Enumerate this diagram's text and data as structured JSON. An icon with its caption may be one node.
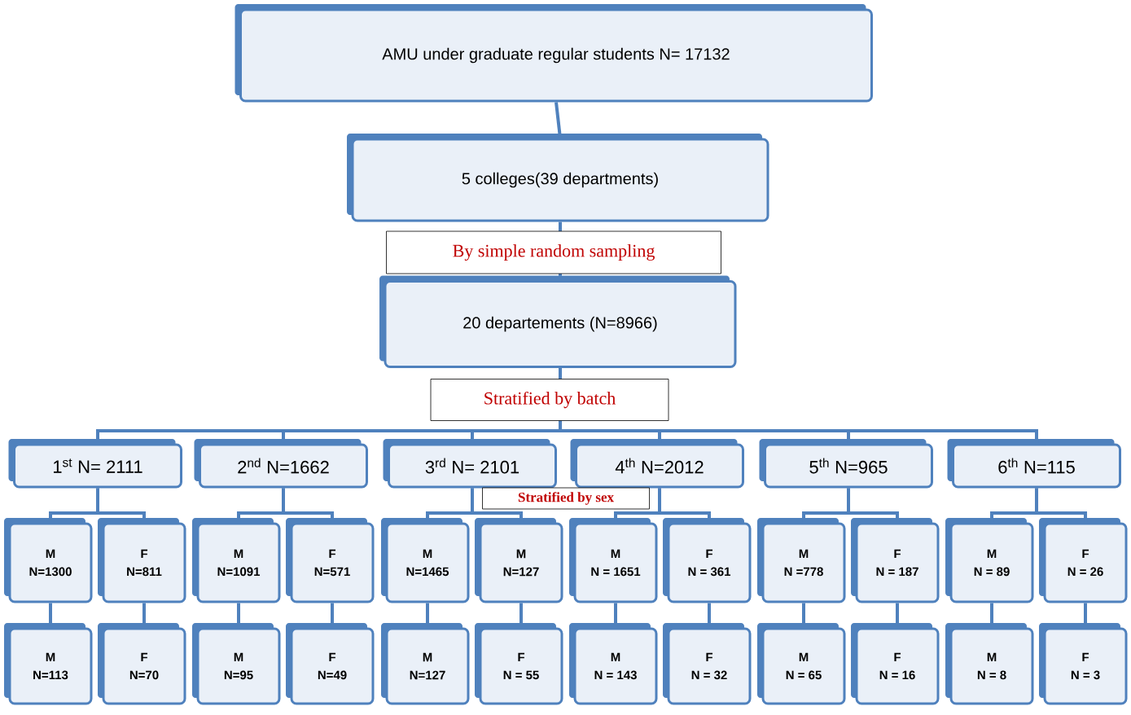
{
  "diagram": {
    "nodes": [
      {
        "text": [
          "AMU under graduate regular students N= 17132"
        ]
      },
      {
        "text": [
          "5 colleges(39 departments)"
        ]
      },
      {
        "text": [
          "20 departements (N=8966)"
        ]
      },
      {
        "text": [
          "1$^{st}$ N= 2111"
        ]
      },
      {
        "text": [
          "2$^{nd}$ N=1662"
        ]
      },
      {
        "text": [
          "3$^{rd}$ N= 2101"
        ]
      },
      {
        "text": [
          "4$^{th}$ N=2012"
        ]
      },
      {
        "text": [
          "5$^{th}$ N=965"
        ]
      },
      {
        "text": [
          "6$^{th}$ N=115"
        ]
      },
      {
        "text": [
          "M",
          "N=1300"
        ]
      },
      {
        "text": [
          "F",
          "N=811"
        ]
      },
      {
        "text": [
          "M",
          "N=1091"
        ]
      },
      {
        "text": [
          "F",
          "N=571"
        ]
      },
      {
        "text": [
          "M",
          "N=1465"
        ]
      },
      {
        "text": [
          "M",
          "N=127"
        ]
      },
      {
        "text": [
          "M",
          "N = 1651"
        ]
      },
      {
        "text": [
          "F",
          "N = 361"
        ]
      },
      {
        "text": [
          "M",
          "N =778"
        ]
      },
      {
        "text": [
          "F",
          "N = 187"
        ]
      },
      {
        "text": [
          "M",
          "N = 89"
        ]
      },
      {
        "text": [
          "F",
          "N = 26"
        ]
      },
      {
        "text": [
          "M",
          "N=113"
        ]
      },
      {
        "text": [
          "F",
          "N=70"
        ]
      },
      {
        "text": [
          "M",
          "N=95"
        ]
      },
      {
        "text": [
          "F",
          "N=49"
        ]
      },
      {
        "text": [
          "M",
          "N=127"
        ]
      },
      {
        "text": [
          "F",
          "N = 55"
        ]
      },
      {
        "text": [
          "M",
          "N = 143"
        ]
      },
      {
        "text": [
          "F",
          "N = 32"
        ]
      },
      {
        "text": [
          "M",
          "N = 65"
        ]
      },
      {
        "text": [
          "F",
          "N = 16"
        ]
      },
      {
        "text": [
          "M",
          "N = 8"
        ]
      },
      {
        "text": [
          "F",
          "N = 3"
        ]
      }
    ],
    "edges": [
      {
        "from": 0,
        "to": 1,
        "arrow": "none"
      },
      {
        "from": 1,
        "to": 2,
        "arrow": "none"
      },
      {
        "from": 2,
        "to": 3,
        "arrow": "none"
      },
      {
        "from": 2,
        "to": 4,
        "arrow": "none"
      },
      {
        "from": 2,
        "to": 5,
        "arrow": "none"
      },
      {
        "from": 2,
        "to": 6,
        "arrow": "none"
      },
      {
        "from": 2,
        "to": 7,
        "arrow": "none"
      },
      {
        "from": 2,
        "to": 8,
        "arrow": "none"
      },
      {
        "from": 3,
        "to": 9,
        "arrow": "none"
      },
      {
        "from": 3,
        "to": 10,
        "arrow": "none"
      },
      {
        "from": 4,
        "to": 11,
        "arrow": "none"
      },
      {
        "from": 4,
        "to": 12,
        "arrow": "none"
      },
      {
        "from": 5,
        "to": 13,
        "arrow": "none"
      },
      {
        "from": 5,
        "to": 14,
        "arrow": "none"
      },
      {
        "from": 6,
        "to": 15,
        "arrow": "none"
      },
      {
        "from": 6,
        "to": 16,
        "arrow": "none"
      },
      {
        "from": 7,
        "to": 17,
        "arrow": "none"
      },
      {
        "from": 7,
        "to": 18,
        "arrow": "none"
      },
      {
        "from": 8,
        "to": 19,
        "arrow": "none"
      },
      {
        "from": 8,
        "to": 20,
        "arrow": "none"
      },
      {
        "from": 9,
        "to": 21,
        "arrow": "none"
      },
      {
        "from": 10,
        "to": 22,
        "arrow": "none"
      },
      {
        "from": 11,
        "to": 23,
        "arrow": "none"
      },
      {
        "from": 12,
        "to": 24,
        "arrow": "none"
      },
      {
        "from": 13,
        "to": 25,
        "arrow": "none"
      },
      {
        "from": 14,
        "to": 26,
        "arrow": "none"
      },
      {
        "from": 15,
        "to": 27,
        "arrow": "none"
      },
      {
        "from": 16,
        "to": 28,
        "arrow": "none"
      },
      {
        "from": 17,
        "to": 29,
        "arrow": "none"
      },
      {
        "from": 18,
        "to": 30,
        "arrow": "none"
      },
      {
        "from": 19,
        "to": 31,
        "arrow": "none"
      },
      {
        "from": 20,
        "to": 32,
        "arrow": "none"
      }
    ],
    "labels": [
      "By simple random sampling",
      "Stratified by batch",
      "Stratified by sex"
    ]
  }
}
